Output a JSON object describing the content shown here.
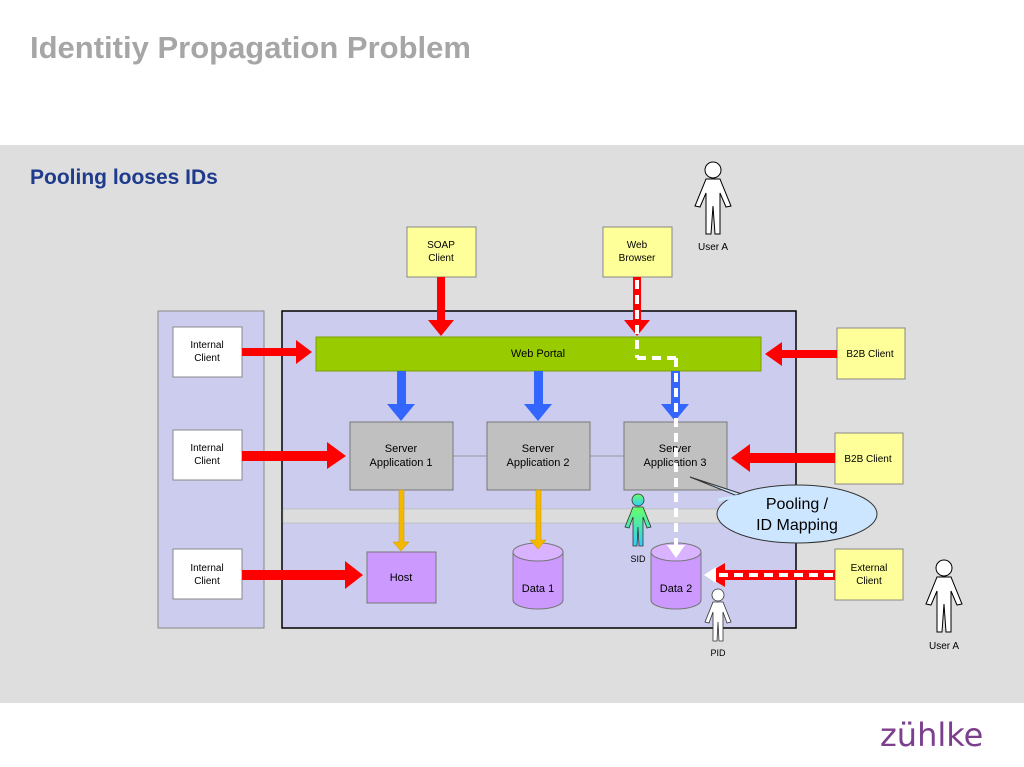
{
  "title": "Identitiy Propagation Problem",
  "subtitle": "Pooling looses IDs",
  "logo_text": "zühlke",
  "nodes": {
    "soap_client": [
      "SOAP",
      "Client"
    ],
    "web_browser": [
      "Web",
      "Browser"
    ],
    "user_top": "User A",
    "user_bottom": "User A",
    "web_portal": "Web Portal",
    "internal_client_1": [
      "Internal",
      "Client"
    ],
    "internal_client_2": [
      "Internal",
      "Client"
    ],
    "internal_client_3": [
      "Internal",
      "Client"
    ],
    "b2b_client_1": "B2B Client",
    "b2b_client_2": "B2B Client",
    "external_client": [
      "External",
      "Client"
    ],
    "server_app_1": [
      "Server",
      "Application 1"
    ],
    "server_app_2": [
      "Server",
      "Application 2"
    ],
    "server_app_3": [
      "Server",
      "Application 3"
    ],
    "host": "Host",
    "data_1": "Data 1",
    "data_2": "Data 2",
    "sid": "SID",
    "pid": "PID",
    "callout": [
      "Pooling /",
      "ID Mapping"
    ]
  },
  "colors": {
    "client_fill": "#ffff99",
    "portal_fill": "#99cc00",
    "server_fill": "#c0c0c0",
    "data_fill": "#cc99ff",
    "container_fill": "#ccccee",
    "arrow_red": "#ff0000",
    "arrow_blue": "#3366ff",
    "arrow_orange": "#f5b800",
    "callout_fill": "#cce6ff",
    "logo": "#7b3f8c"
  }
}
